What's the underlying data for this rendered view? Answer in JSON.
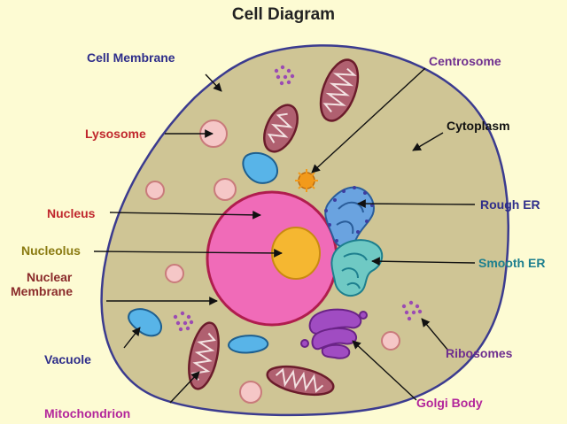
{
  "title": "Cell Diagram",
  "labels": {
    "cell_membrane": "Cell Membrane",
    "lysosome": "Lysosome",
    "nucleus": "Nucleus",
    "nucleolus": "Nucleolus",
    "nuclear_membrane_line1": "Nuclear",
    "nuclear_membrane_line2": "Membrane",
    "vacuole": "Vacuole",
    "mitochondrion": "Mitochondrion",
    "centrosome": "Centrosome",
    "cytoplasm": "Cytoplasm",
    "rough_er": "Rough ER",
    "smooth_er": "Smooth ER",
    "ribosomes": "Ribosomes",
    "golgi_body": "Golgi Body"
  },
  "colors": {
    "background": "#fdfbd3",
    "cytoplasm": "#cfc595",
    "membrane": "#3b3b8f",
    "nucleus": "#f06bb8",
    "nucleolus": "#f5b731",
    "mitochondrion": "#8c2d3c",
    "lysosome": "#f5c7c7",
    "vacuole": "#58b4e8",
    "golgi": "#a04cc2",
    "rough_er": "#6aa3e0",
    "smooth_er": "#6fc9c4",
    "label_blue": "#2e2d8a",
    "label_red": "#c0272d",
    "label_purple": "#6f2f8f",
    "label_magenta": "#b3269b",
    "label_olive": "#8a7a10",
    "label_teal": "#1d7f8e"
  }
}
